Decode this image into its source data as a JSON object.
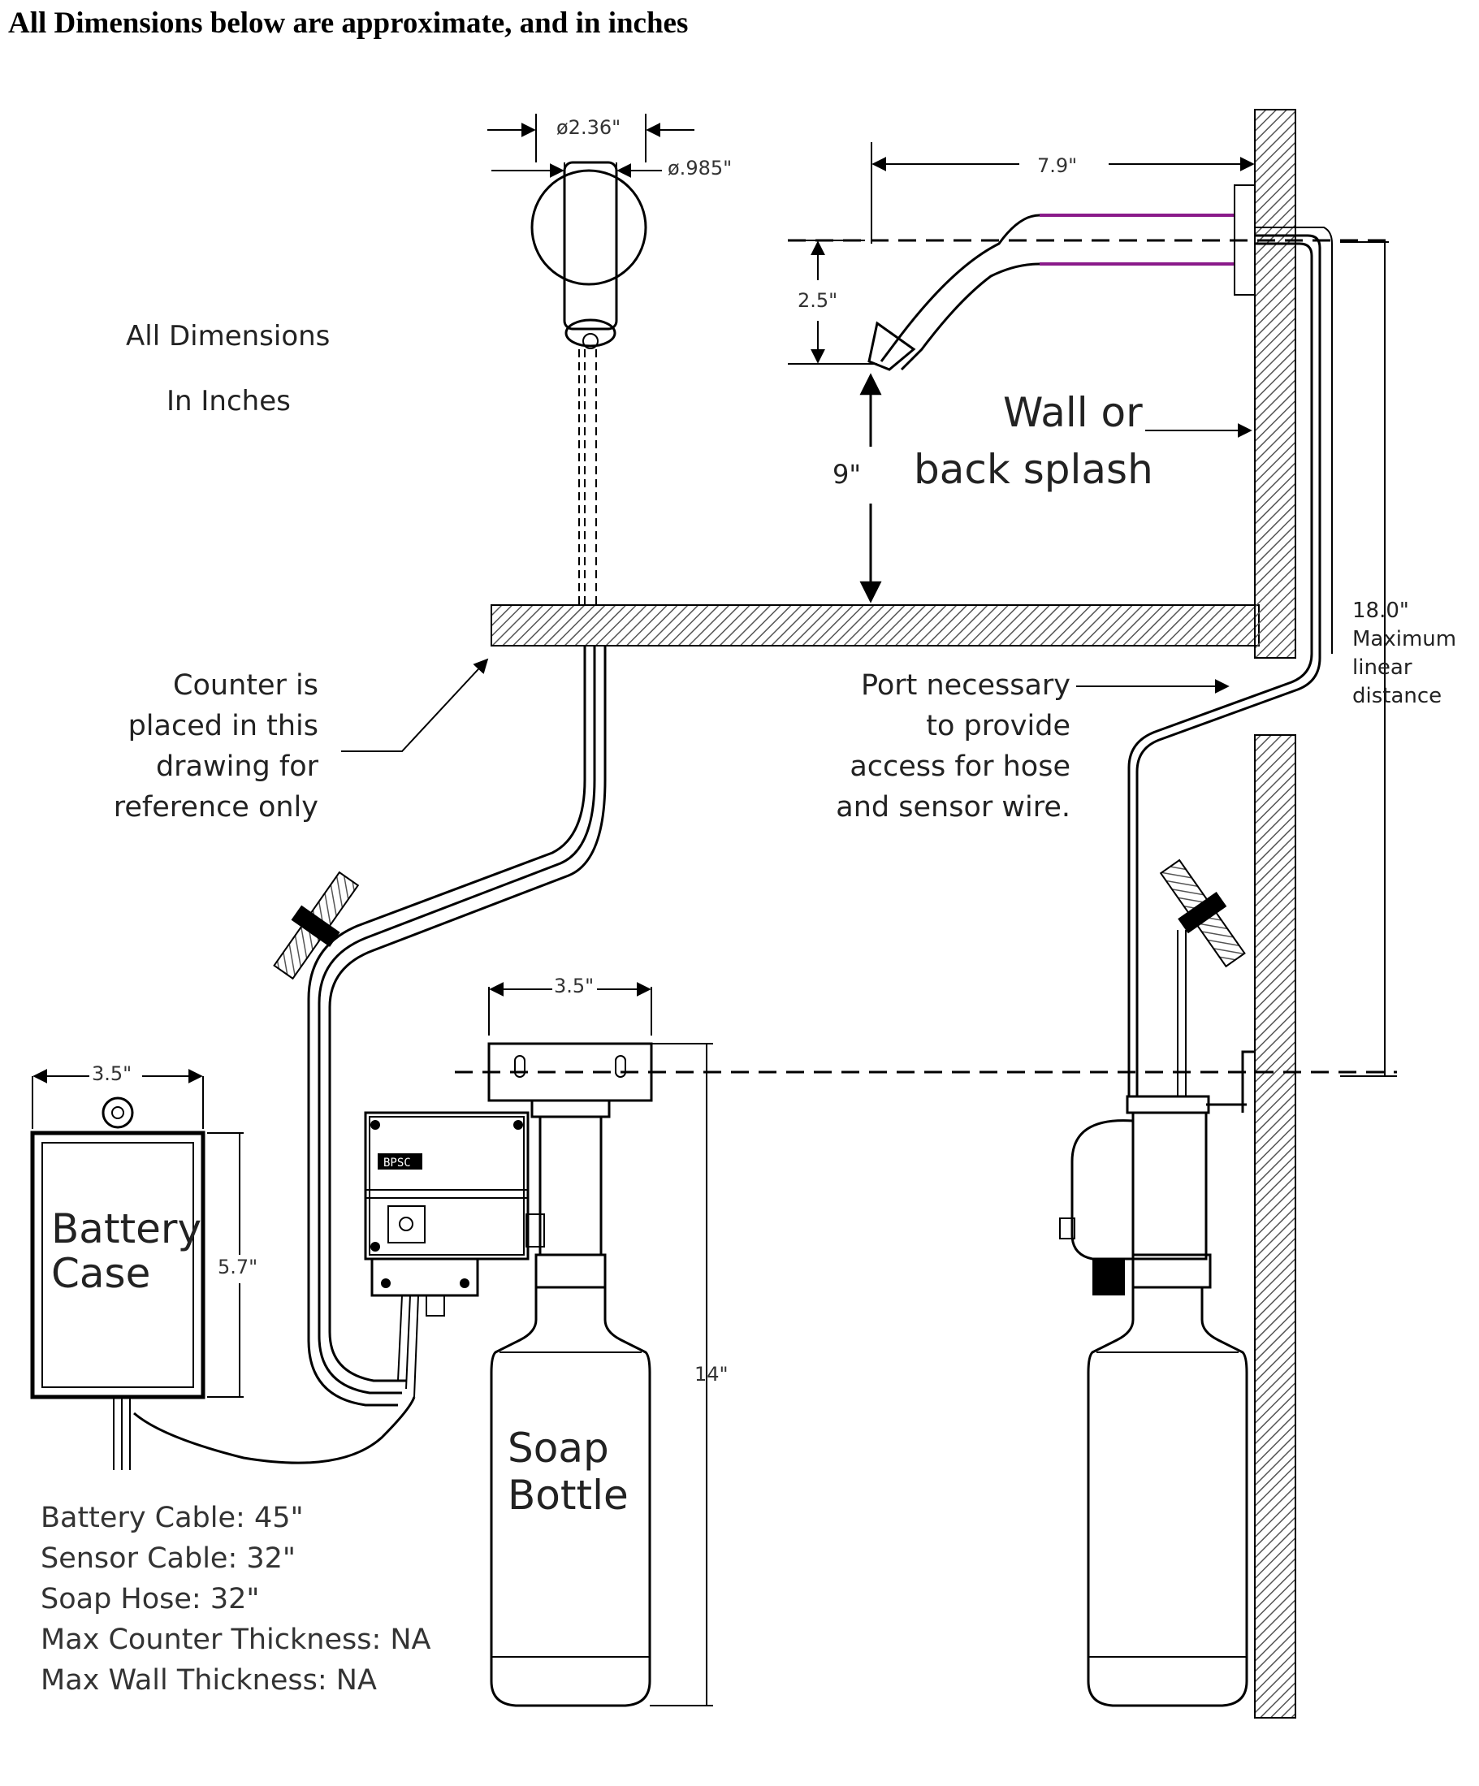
{
  "header": {
    "title": "All Dimensions below are approximate, and in inches"
  },
  "labels": {
    "all_dimensions": "All Dimensions",
    "in_inches": "In Inches",
    "wall_line1": "Wall or",
    "wall_line2": "back splash",
    "counter_note": [
      "Counter is",
      "placed in this",
      "drawing for",
      "reference only"
    ],
    "port_note": [
      "Port necessary",
      "to provide",
      "access for hose",
      "and sensor wire."
    ],
    "max_distance": [
      "18.0\"",
      "Maximum",
      "linear",
      "distance"
    ],
    "battery_case": [
      "Battery",
      "Case"
    ],
    "soap_bottle": [
      "Soap",
      "Bottle"
    ],
    "control_badge": "BPSC"
  },
  "dimensions": {
    "spout_outer_dia": "ø2.36\"",
    "spout_inner_dia": "ø.985\"",
    "reach": "7.9\"",
    "spout_height": "2.5\"",
    "clearance": "9\"",
    "bracket_width": "3.5\"",
    "battery_width": "3.5\"",
    "battery_height": "5.7\"",
    "bottle_height": "14\""
  },
  "specs": [
    "Battery Cable: 45\"",
    "Sensor Cable: 32\"",
    "Soap Hose: 32\"",
    "Max Counter Thickness: NA",
    "Max Wall Thickness: NA"
  ],
  "colors": {
    "line": "#000000",
    "spout_accent": "#8a1a8a",
    "hatch": "#555555"
  }
}
